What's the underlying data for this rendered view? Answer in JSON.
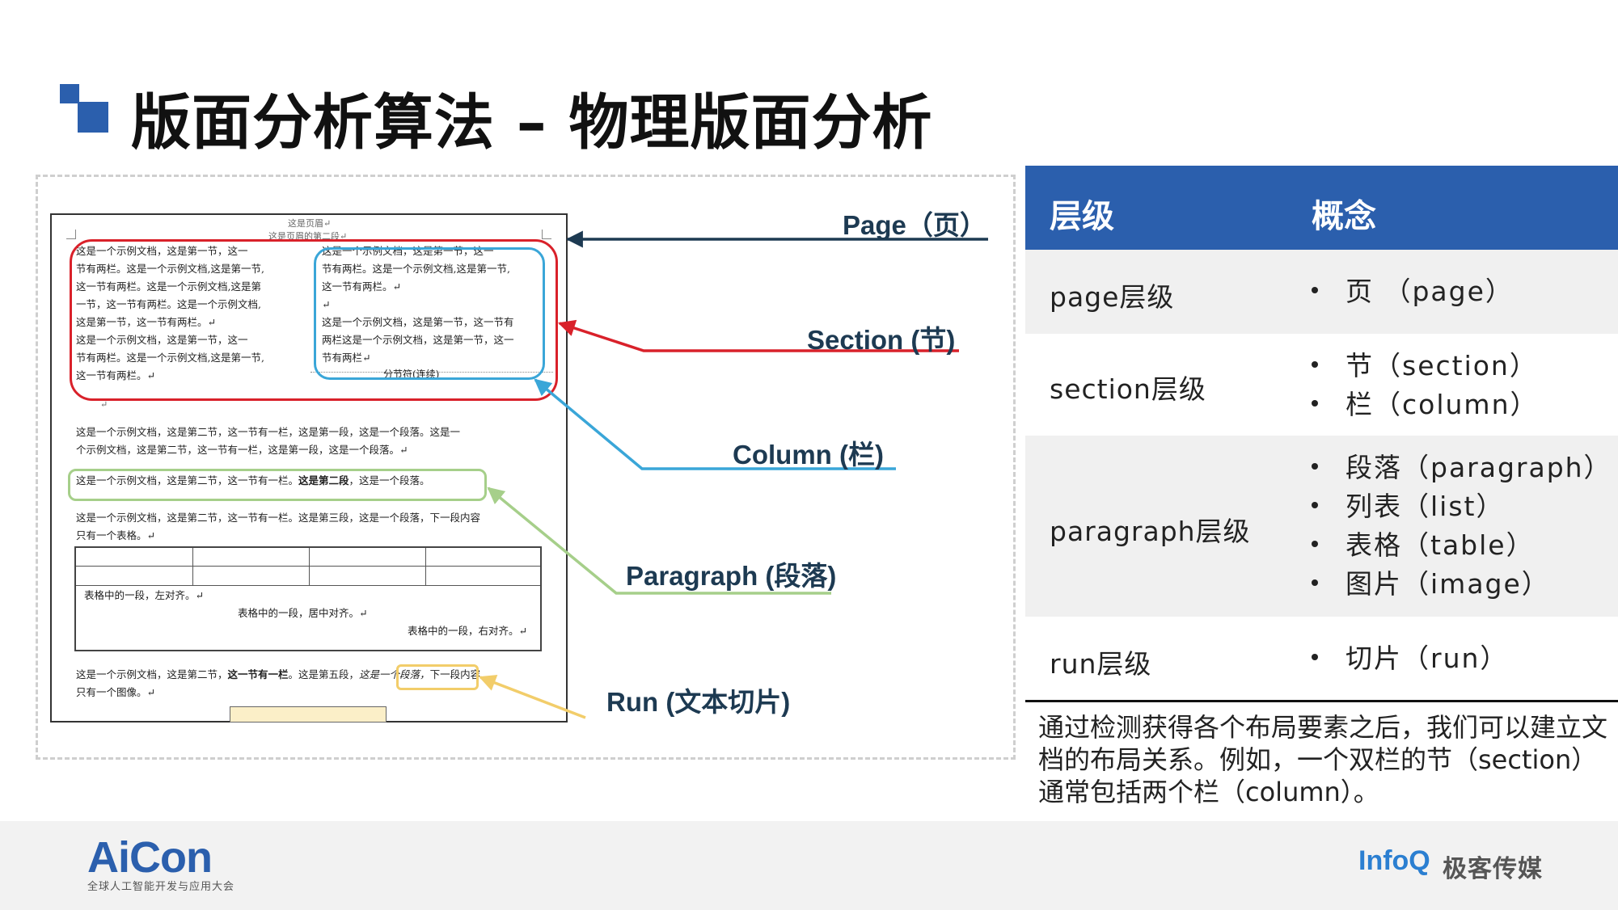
{
  "title": "版面分析算法 – 物理版面分析",
  "doc": {
    "header": "这是页眉↵",
    "header2": "这是页眉的第二段↵",
    "left_col": [
      "    这是一个示例文档，这是第一节，这一",
      "节有两栏。这是一个示例文档,这是第一节,",
      "这一节有两栏。这是一个示例文档,这是第",
      "一节，这一节有两栏。这是一个示例文档,",
      "这是第一节，这一节有两栏。↵",
      "    这是一个示例文档，这是第一节，这一",
      "节有两栏。这是一个示例文档,这是第一节,",
      "这一节有两栏。↵"
    ],
    "right_col": [
      "    这是一个示例文档，这是第一节，这一",
      "节有两栏。这是一个示例文档,这是第一节,",
      "这一节有两栏。↵",
      "↵",
      "这是一个示例文档，这是第一节，这一节有",
      "两栏这是一个示例文档，这是第一节，这一",
      "节有两栏↵"
    ],
    "section_break": "分节符(连续)",
    "p1": [
      "    这是一个示例文档，这是第二节，这一节有一栏，这是第一段，这是一个段落。这是一",
      "个示例文档，这是第二节，这一节有一栏，这是第一段，这是一个段落。↵"
    ],
    "p2_a": "这是一个示例文档，这是第二节，这一节有一栏。",
    "p2_b": "这是第二段",
    "p2_c": "，这是一个段落。",
    "p3": [
      "这是一个示例文档，这是第二节，这一节有一栏。这是第三段，这是一个段落，下一段内容",
      "只有一个表格。↵"
    ],
    "cell_mark": "↵",
    "table_left": "表格中的一段，左对齐。↵",
    "table_center": "表格中的一段，居中对齐。↵",
    "table_right": "表格中的一段，右对齐。↵",
    "p4_a": "这是一个示例文档，这是第二节，",
    "p4_b": "这一节有一栏",
    "p4_c": "。这是第五段，",
    "p4_run": "这是一个段落，",
    "p4_d": "下一段内容",
    "p4_e": "只有一个图像。↵"
  },
  "labels": {
    "page": "Page（页）",
    "section": "Section (节)",
    "column": "Column (栏)",
    "paragraph": "Paragraph (段落)",
    "run": "Run (文本切片)"
  },
  "colors": {
    "page": "#1d3a52",
    "section": "#d9212a",
    "column": "#3aa6d8",
    "paragraph": "#a6cf8a",
    "run": "#f2cd6a",
    "accent": "#2b5fad"
  },
  "table": {
    "headers": [
      "层级",
      "概念"
    ],
    "rows": [
      {
        "level": "page层级",
        "items": [
          "页 （page）"
        ]
      },
      {
        "level": "section层级",
        "items": [
          "节（section）",
          "栏（column）"
        ]
      },
      {
        "level": "paragraph层级",
        "items": [
          "段落（paragraph）",
          "列表（list）",
          "表格（table）",
          "图片（image）"
        ]
      },
      {
        "level": "run层级",
        "items": [
          "切片（run）"
        ]
      }
    ]
  },
  "description": "通过检测获得各个布局要素之后，我们可以建立文档的布局关系。例如，一个双栏的节（section）通常包括两个栏（column）。",
  "footer": {
    "brand": "AiCon",
    "brand_sub": "全球人工智能开发与应用大会",
    "infoq": "InfoQ",
    "geek": "极客传媒"
  }
}
